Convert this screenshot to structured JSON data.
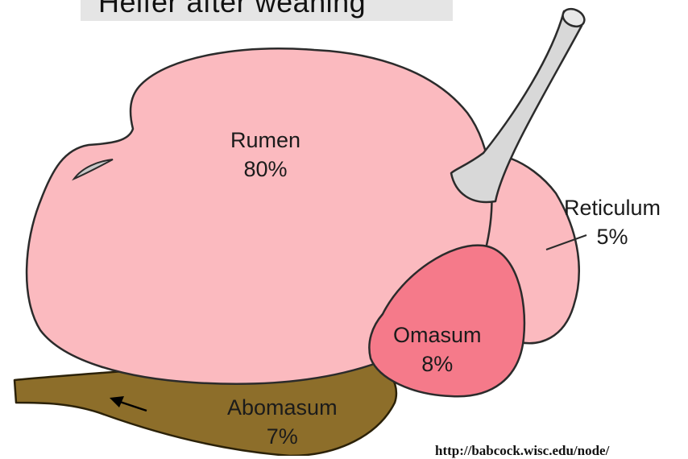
{
  "title": "Heifer after weaning",
  "compartments": [
    {
      "key": "rumen",
      "name": "Rumen",
      "percent": "80%",
      "color": "#fbbabf"
    },
    {
      "key": "reticulum",
      "name": "Reticulum",
      "percent": "5%",
      "color": "#fbbabf"
    },
    {
      "key": "omasum",
      "name": "Omasum",
      "percent": "8%",
      "color": "#f57a8a"
    },
    {
      "key": "abomasum",
      "name": "Abomasum",
      "percent": "7%",
      "color": "#8d6e2a"
    }
  ],
  "esophagus_color": "#d8d8d8",
  "source_url": "http://babcock.wisc.edu/node/"
}
